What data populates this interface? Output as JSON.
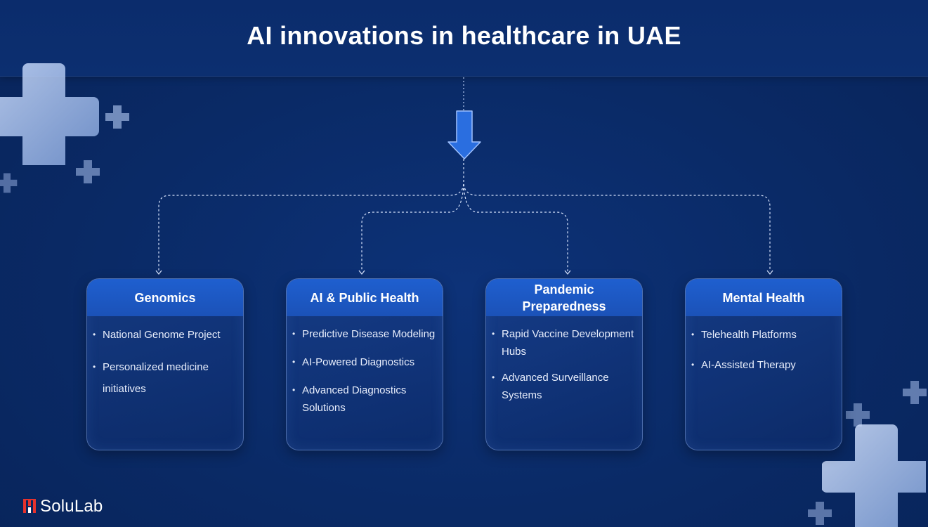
{
  "title": "AI innovations in healthcare in UAE",
  "categories": [
    {
      "heading": "Genomics",
      "items": [
        "National Genome Project",
        "Personalized medicine initiatives"
      ]
    },
    {
      "heading": "AI & Public Health",
      "items": [
        "Predictive Disease Modeling",
        "AI-Powered Diagnostics",
        "Advanced Diagnostics Solutions"
      ]
    },
    {
      "heading": "Pandemic Preparedness",
      "items": [
        "Rapid Vaccine Development Hubs",
        "Advanced Surveillance Systems"
      ]
    },
    {
      "heading": "Mental Health",
      "items": [
        "Telehealth Platforms",
        "AI-Assisted Therapy"
      ]
    }
  ],
  "brand": {
    "name": "SoluLab"
  },
  "colors": {
    "background": "#0a2a66",
    "card_header": "#1f5fcf",
    "arrow": "#2a6ee0"
  },
  "icons": [
    "medical-cross-icon",
    "down-arrow-icon",
    "solulab-logo-icon"
  ]
}
